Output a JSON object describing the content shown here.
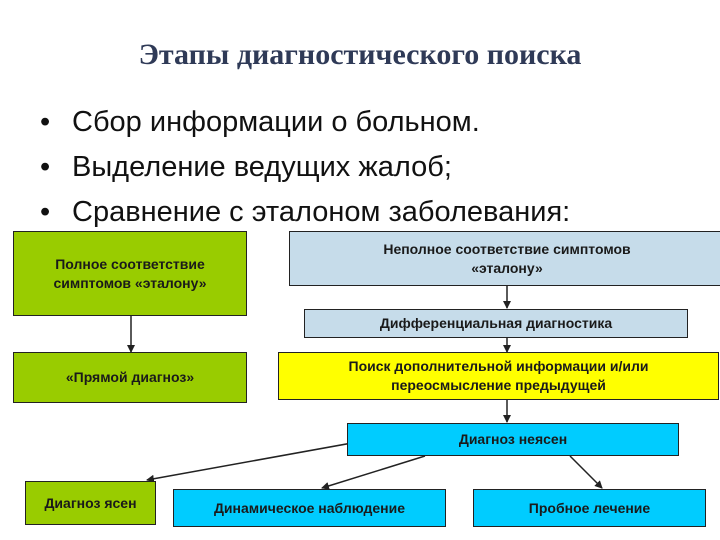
{
  "title": "Этапы диагностического поиска",
  "bullets": [
    "Сбор информации о больном.",
    "Выделение ведущих жалоб;",
    "Сравнение с эталоном заболевания:"
  ],
  "bullet_marker": "•",
  "boxes": {
    "full_match": "Полное соответствие симптомов «эталону»",
    "partial_match": "Неполное соответствие симптомов «эталону»",
    "differential": "Дифференциальная диагностика",
    "direct_diagnosis": "«Прямой диагноз»",
    "search_info": "Поиск дополнительной информации и/или переосмысление предыдущей",
    "diagnosis_unclear": "Диагноз неясен",
    "diagnosis_clear": "Диагноз ясен",
    "observation": "Динамическое наблюдение",
    "trial_treatment": "Пробное лечение"
  },
  "colors": {
    "green": "#99cc00",
    "light_blue": "#c6dcea",
    "yellow": "#ffff00",
    "cyan": "#00ccff",
    "title": "#2f3a57"
  }
}
